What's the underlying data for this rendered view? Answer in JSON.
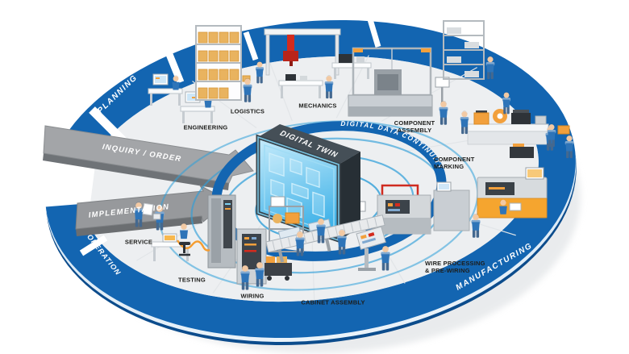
{
  "diagram": {
    "center_label": "DIGITAL TWIN",
    "continuity_label": "DIGITAL DATA CONTINUITY",
    "phases": {
      "planning": "PLANNING",
      "inquiry_order": "INQUIRY / ORDER",
      "implementation": "IMPLEMENTATION",
      "operation": "OPERATION",
      "manufacturing": "MANUFACTURING"
    },
    "stations": {
      "engineering": "ENGINEERING",
      "logistics": "LOGISTICS",
      "mechanics": "MECHANICS",
      "component_assembly": {
        "line1": "COMPONENT",
        "line2": "ASSEMBLY"
      },
      "component_marking": {
        "line1": "COMPONENT",
        "line2": "MARKING"
      },
      "wire_processing": {
        "line1": "WIRE PROCESSING",
        "line2": "& PRE-WIRING"
      },
      "cabinet_assembly": "CABINET ASSEMBLY",
      "wiring": "WIRING",
      "testing": "TESTING",
      "service": "SERVICE"
    },
    "colors": {
      "ring_blue": "#1365b1",
      "ring_dark": "#0c4c8c",
      "wave_blue": "#2f9fd9",
      "arrow_gray": "#9c9ea1",
      "accent_orange": "#f2a03c",
      "robot_red": "#d32b1e",
      "glass_cyan": "#47b9ea",
      "platform_gray": "#edeff1"
    }
  }
}
